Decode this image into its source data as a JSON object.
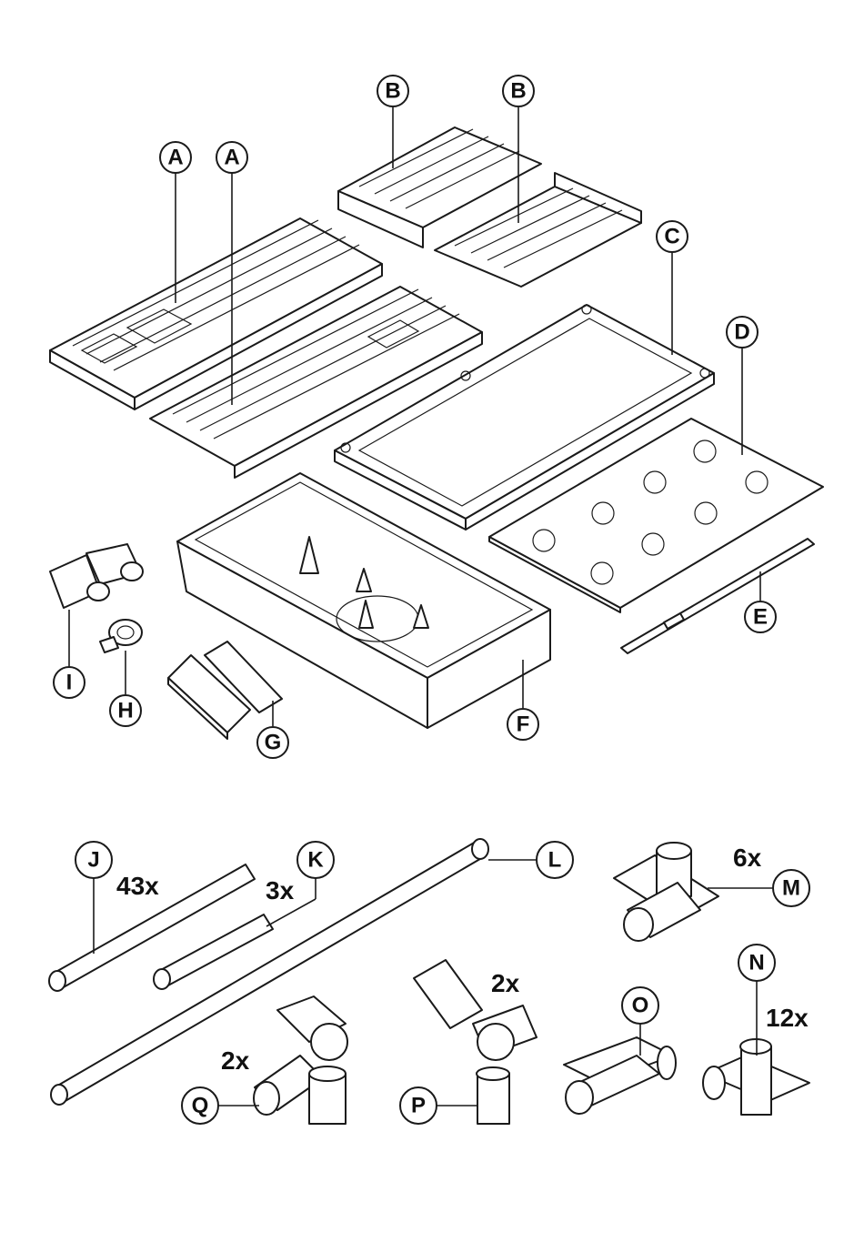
{
  "callouts": {
    "a1": "A",
    "a2": "A",
    "b1": "B",
    "b2": "B",
    "c": "C",
    "d": "D",
    "e": "E",
    "f": "F",
    "g": "G",
    "h": "H",
    "i": "I",
    "j": "J",
    "k": "K",
    "l": "L",
    "m": "M",
    "n": "N",
    "o": "O",
    "p": "P",
    "q": "Q"
  },
  "quantities": {
    "j": "43x",
    "k": "3x",
    "m": "6x",
    "n": "12x",
    "p": "2x",
    "q": "2x"
  }
}
